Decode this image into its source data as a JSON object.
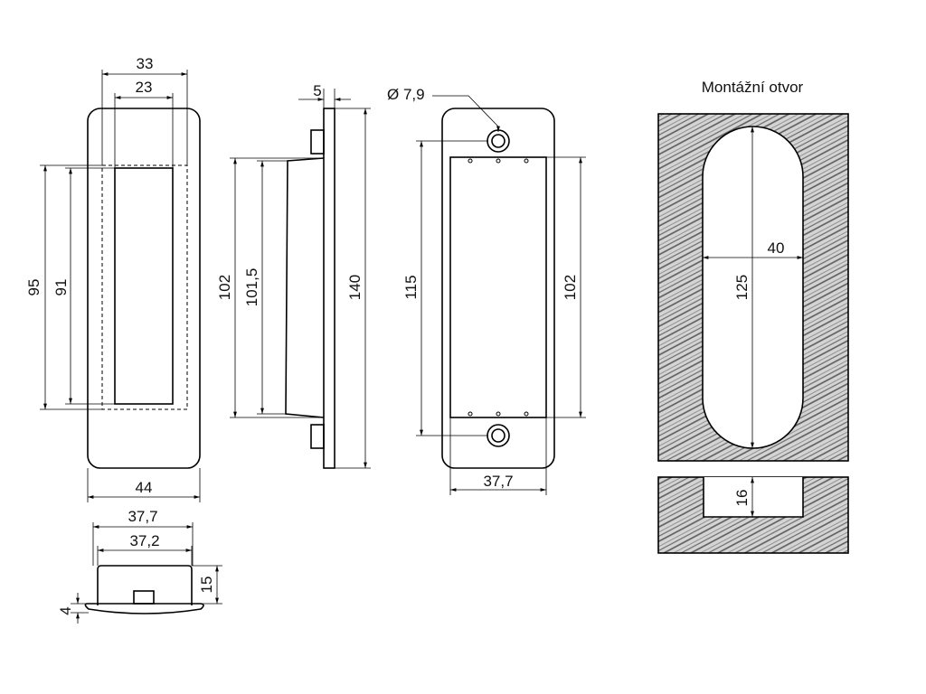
{
  "title": "Montážní otvor",
  "colors": {
    "stroke": "#000000",
    "hatch_bg": "#cfcfcf",
    "hatch_line": "#555555",
    "paper": "#ffffff"
  },
  "dims": {
    "front_width_outer": "33",
    "front_width_inner": "23",
    "front_height_outer": "95",
    "front_height_inner": "91",
    "front_total_width": "44",
    "side_depth": "5",
    "side_height_body": "102",
    "side_height_cup": "101,5",
    "side_height_total": "140",
    "hole_diameter": "Ø 7,9",
    "back_hole_spacing": "115",
    "back_height_body": "102",
    "back_width": "37,7",
    "bottom_width_outer": "37,7",
    "bottom_width_inner": "37,2",
    "bottom_height": "15",
    "bottom_plate": "4",
    "opening_width": "40",
    "opening_height": "125",
    "opening_depth": "16"
  }
}
